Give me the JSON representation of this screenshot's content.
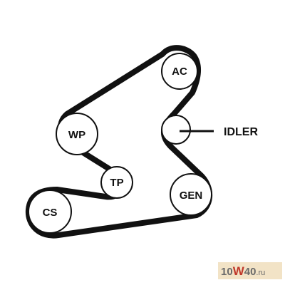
{
  "diagram": {
    "pulleys": [
      {
        "id": "ac",
        "label": "AC"
      },
      {
        "id": "wp",
        "label": "WP"
      },
      {
        "id": "idler",
        "label": ""
      },
      {
        "id": "tp",
        "label": "TP"
      },
      {
        "id": "gen",
        "label": "GEN"
      },
      {
        "id": "cs",
        "label": "CS"
      }
    ],
    "callout": {
      "label": "IDLER"
    },
    "colors": {
      "belt": "#111111",
      "pulley_fill": "#ffffff",
      "pulley_stroke": "#111111"
    }
  },
  "watermark": {
    "prefix": "10",
    "highlight": "W",
    "suffix": "40",
    "domain": ".ru",
    "colors": {
      "bg": "#f2e3c6",
      "text": "#6a6a6a",
      "highlight": "#c0392b"
    }
  }
}
